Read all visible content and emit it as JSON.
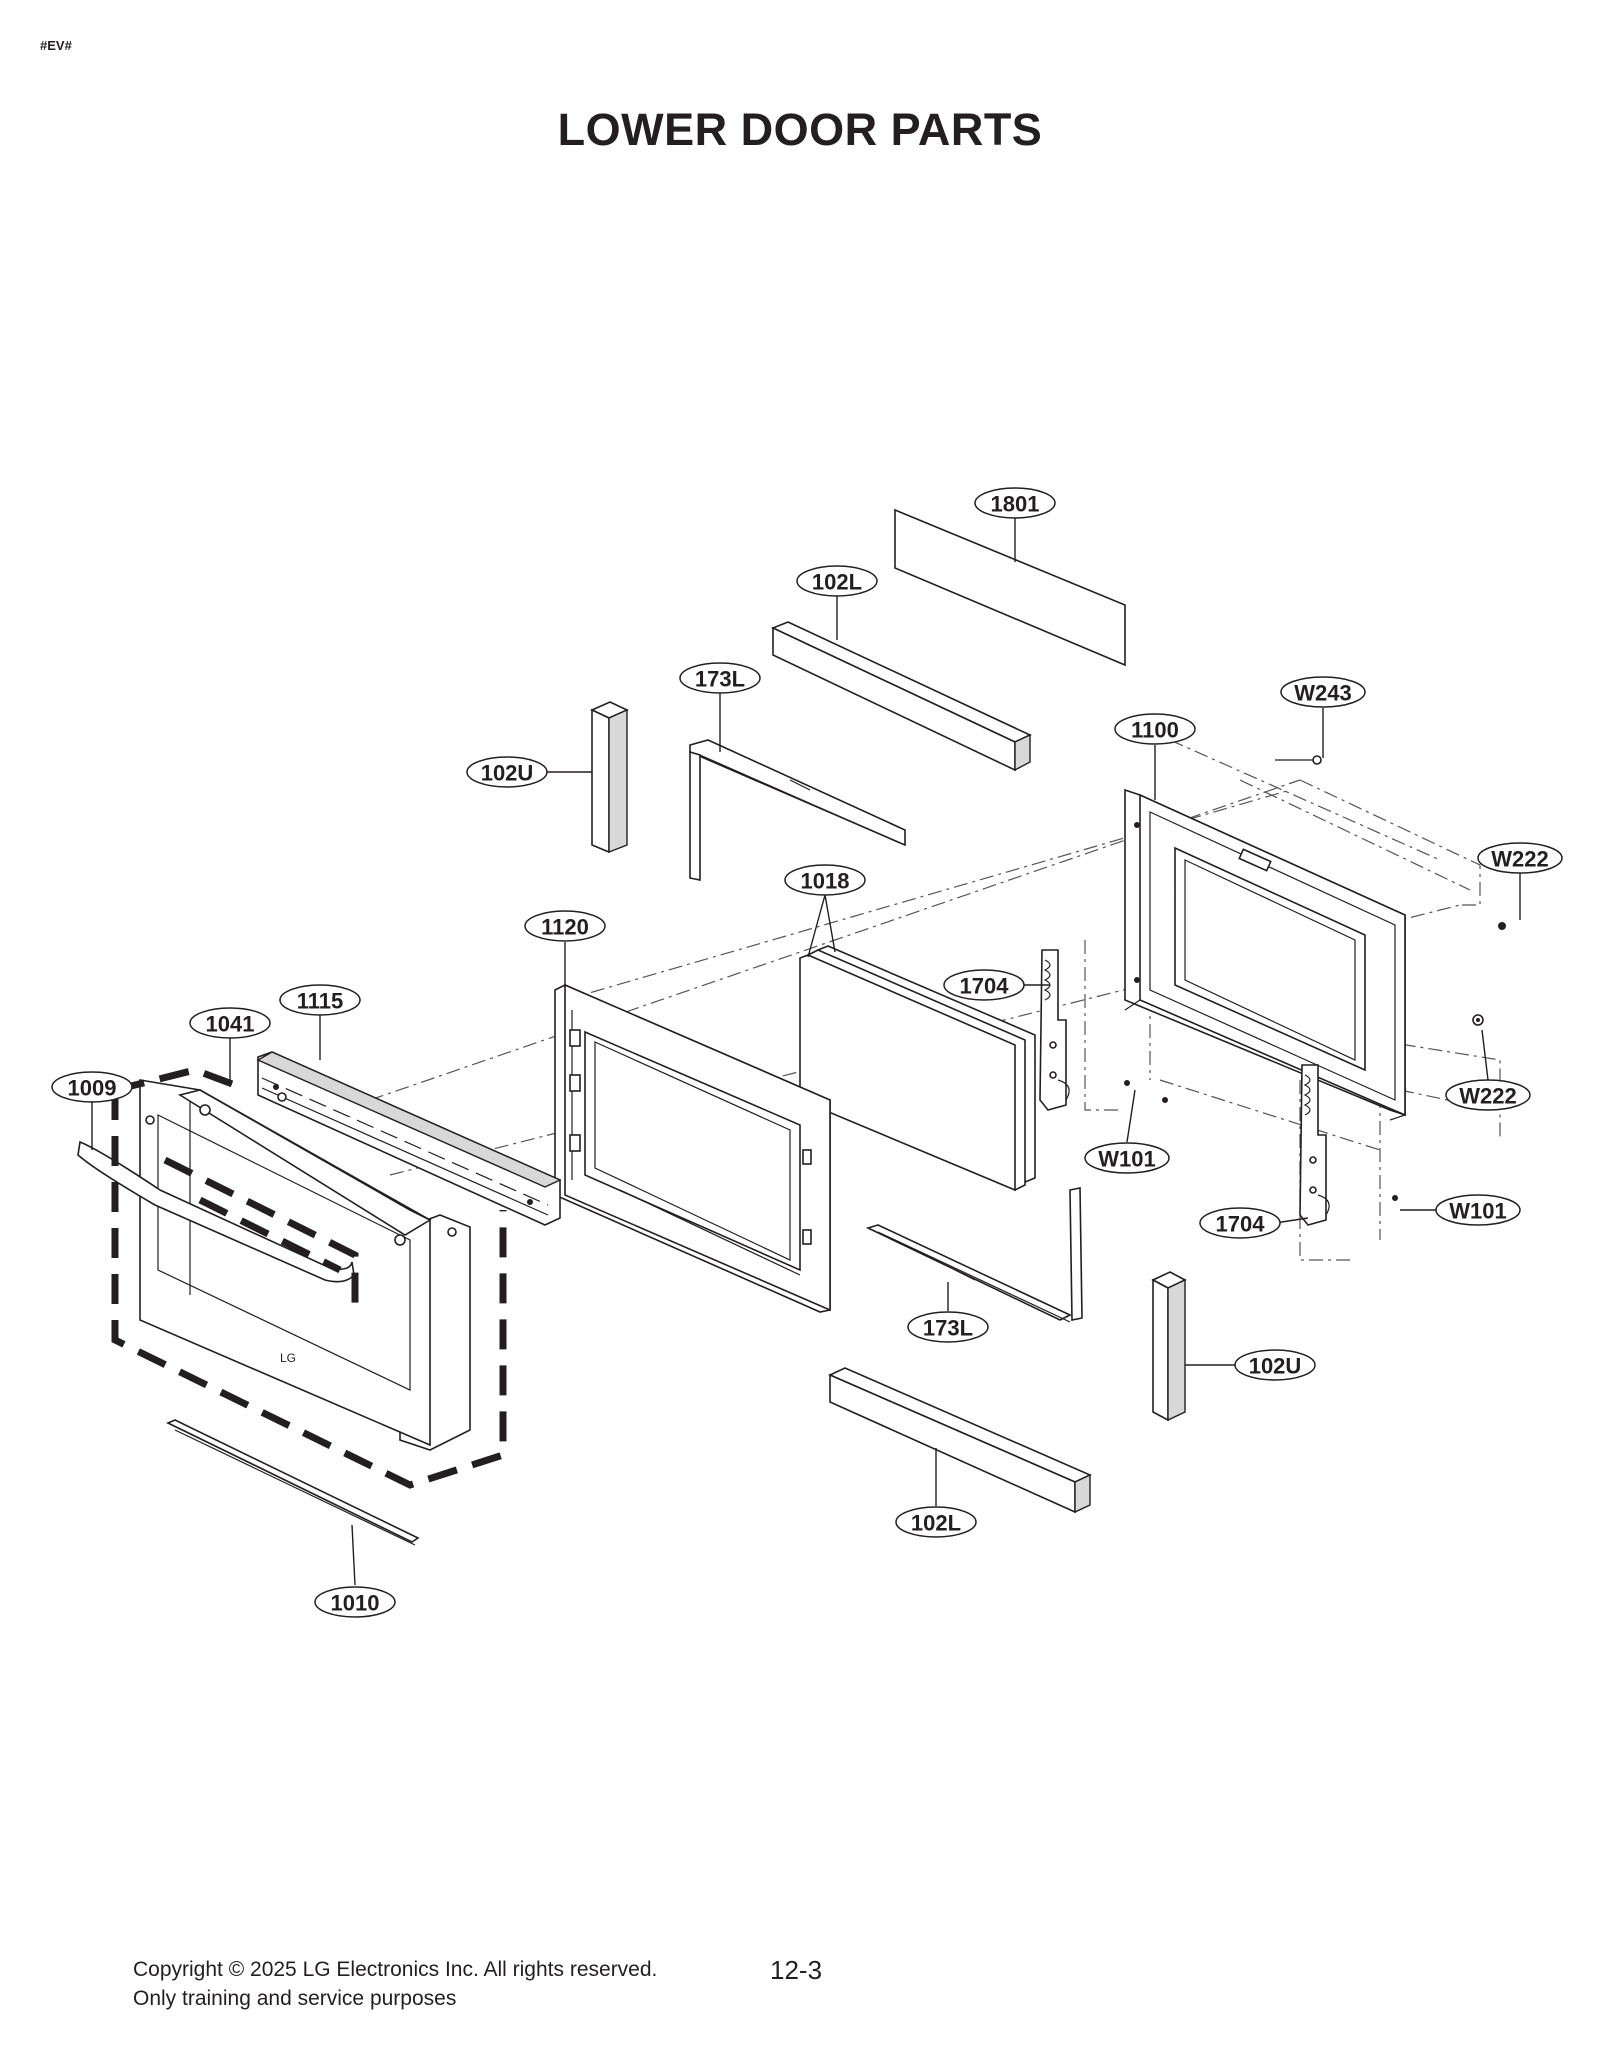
{
  "header": {
    "doc_code": "#EV#",
    "title": "LOWER DOOR PARTS"
  },
  "diagram": {
    "callouts": [
      {
        "id": "1801",
        "label": "1801"
      },
      {
        "id": "102L-top",
        "label": "102L"
      },
      {
        "id": "173L-top",
        "label": "173L"
      },
      {
        "id": "W243",
        "label": "W243"
      },
      {
        "id": "1100",
        "label": "1100"
      },
      {
        "id": "102U-left",
        "label": "102U"
      },
      {
        "id": "W222-top",
        "label": "W222"
      },
      {
        "id": "1018",
        "label": "1018"
      },
      {
        "id": "1120",
        "label": "1120"
      },
      {
        "id": "1704-left",
        "label": "1704"
      },
      {
        "id": "1115",
        "label": "1115"
      },
      {
        "id": "1041",
        "label": "1041"
      },
      {
        "id": "W222-bottom",
        "label": "W222"
      },
      {
        "id": "1009",
        "label": "1009"
      },
      {
        "id": "W101-left",
        "label": "W101"
      },
      {
        "id": "W101-right",
        "label": "W101"
      },
      {
        "id": "1704-right",
        "label": "1704"
      },
      {
        "id": "173L-bottom",
        "label": "173L"
      },
      {
        "id": "102U-right",
        "label": "102U"
      },
      {
        "id": "102L-bottom",
        "label": "102L"
      },
      {
        "id": "1010",
        "label": "1010"
      }
    ],
    "logo_text": "LG"
  },
  "footer": {
    "copyright": "Copyright © 2025 LG Electronics Inc. All rights reserved.",
    "note": "Only training and service purposes",
    "page_number": "12-3"
  }
}
